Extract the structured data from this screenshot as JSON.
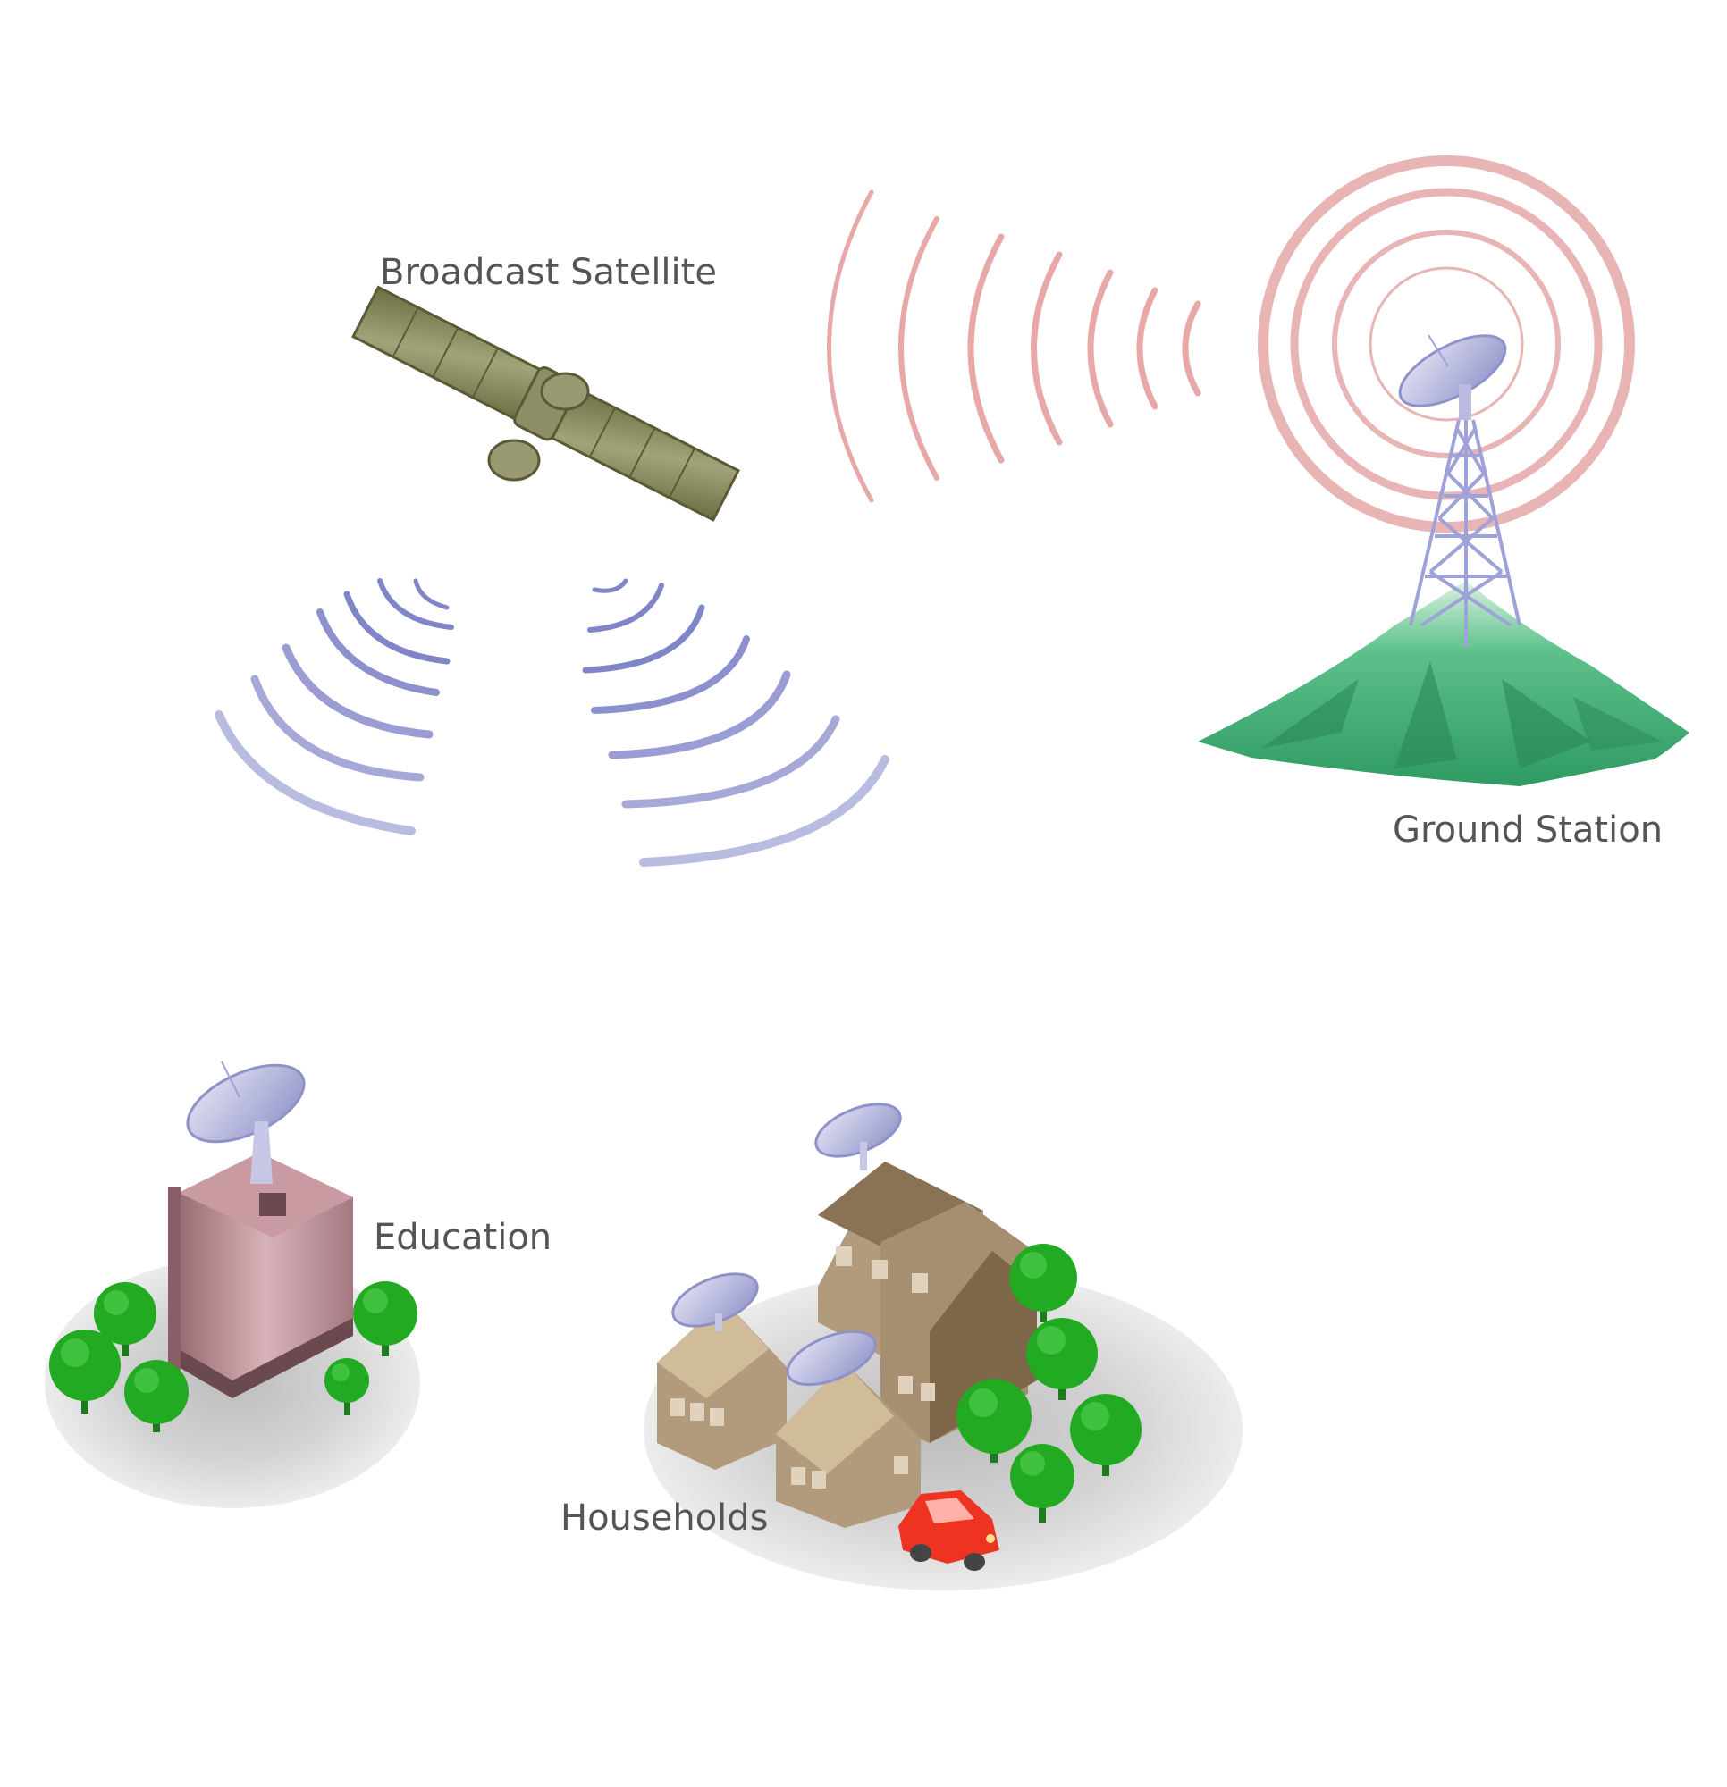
{
  "labels": {
    "satellite": "Broadcast Satellite",
    "ground_station": "Ground Station",
    "education": "Education",
    "households": "Households"
  },
  "colors": {
    "uplink_waves": "#e8a8a8",
    "downlink_waves": "#7f84c8",
    "satellite_panel": "#8a8a5c",
    "mountain": "#4caf78",
    "dish": "#b8badf",
    "tree": "#22aa22",
    "house": "#a58f70",
    "school": "#b7858c",
    "car": "#ee3322",
    "ground_shadow": "#d9d9d9"
  },
  "icons": {
    "satellite": "satellite-icon",
    "tower": "antenna-tower-icon",
    "school": "school-building-icon",
    "houses": "houses-icon",
    "car": "car-icon",
    "tree": "tree-icon",
    "dish": "satellite-dish-icon"
  }
}
